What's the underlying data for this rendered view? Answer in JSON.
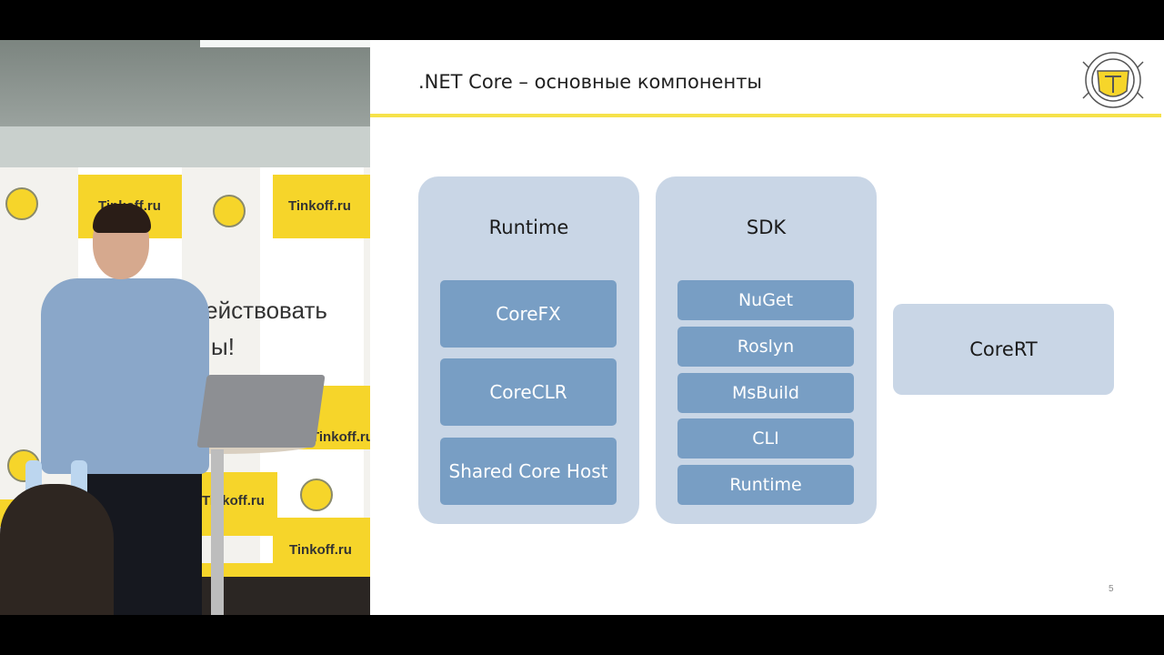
{
  "slide": {
    "title": ".NET Core – основные компоненты",
    "page_number": "5",
    "accent_color": "#f6e24a",
    "runtime_group": {
      "label": "Runtime",
      "items": [
        "CoreFX",
        "CoreCLR",
        "Shared Core Host"
      ]
    },
    "sdk_group": {
      "label": "SDK",
      "items": [
        "NuGet",
        "Roslyn",
        "MsBuild",
        "CLI",
        "Runtime"
      ]
    },
    "corert": {
      "label": "CoreRT"
    },
    "logo_icon": "tinkoff-emblem-icon"
  },
  "video": {
    "backdrop_brand": "Tinkoff.ru",
    "backdrop_text_line1": "действовать",
    "backdrop_text_line2": "ы!",
    "brand_color": "#f6d52a"
  }
}
